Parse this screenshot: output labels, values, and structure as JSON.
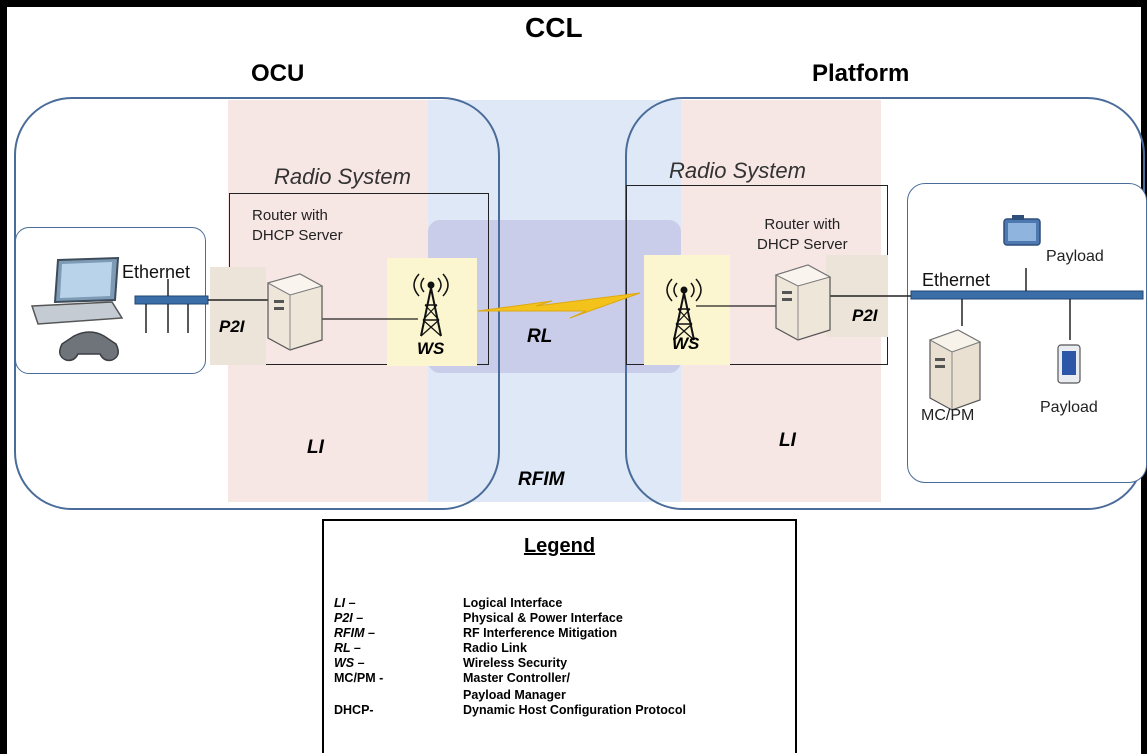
{
  "title": "CCL",
  "left_section": {
    "title": "OCU"
  },
  "right_section": {
    "title": "Platform"
  },
  "left": {
    "radio_system": "Radio System",
    "router_label": [
      "Router with",
      "DHCP Server"
    ],
    "ethernet": "Ethernet",
    "p2i": "P2I",
    "ws": "WS",
    "li": "LI"
  },
  "center": {
    "rl": "RL",
    "rfim": "RFIM"
  },
  "right": {
    "radio_system": "Radio System",
    "router_label": [
      "Router with",
      "DHCP Server"
    ],
    "ethernet": "Ethernet",
    "p2i": "P2I",
    "ws": "WS",
    "li": "LI",
    "payload_top": "Payload",
    "payload_bottom": "Payload",
    "mc_pm": "MC/PM"
  },
  "legend": {
    "title": "Legend",
    "items": [
      {
        "term": "LI –",
        "definition": "Logical Interface",
        "italic": true
      },
      {
        "term": "P2I –",
        "definition": "Physical & Power Interface",
        "italic": true
      },
      {
        "term": "RFIM –",
        "definition": "RF Interference Mitigation",
        "italic": true
      },
      {
        "term": "RL –",
        "definition": "Radio Link",
        "italic": true
      },
      {
        "term": "WS –",
        "definition": "Wireless Security",
        "italic": true
      },
      {
        "term": "MC/PM -",
        "definition": "Master Controller/",
        "italic": false
      },
      {
        "term": "",
        "definition": "Payload Manager",
        "italic": false
      },
      {
        "term": "DHCP-",
        "definition": "Dynamic Host Configuration Protocol",
        "italic": false
      }
    ]
  },
  "colors": {
    "frame": "#000000",
    "rounded_border": "#4a6c9a",
    "li_band": "#f6e6e4",
    "rfim_band": "#dfe8f6",
    "rl_band": "#c9cde9",
    "ws_highlight": "#fbf6cf",
    "p2i_highlight": "#ece4d9",
    "ethernet_bus": "#3b6ea8",
    "lightning": "#f3c21b"
  }
}
